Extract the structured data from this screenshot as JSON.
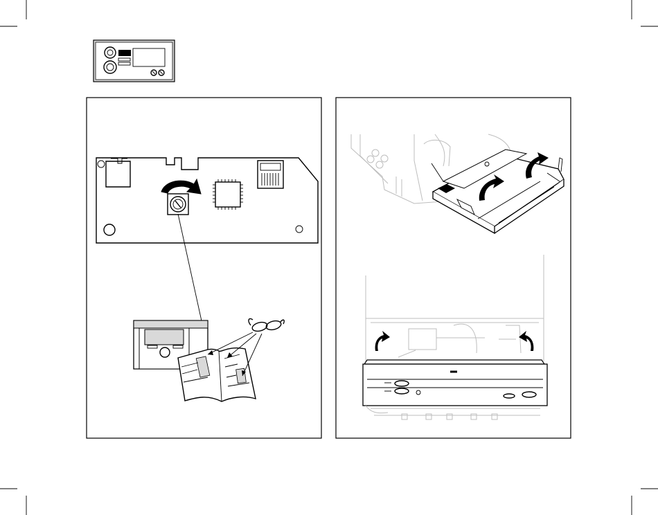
{
  "document": {
    "type": "installation-instruction-page",
    "panels": [
      {
        "id": "left",
        "content": "control-board-rotary-switch-and-manual"
      },
      {
        "id": "right",
        "content": "control-box-mounting"
      }
    ]
  },
  "icons": {
    "crop_marks": "crop-mark-icon",
    "controller": "controller-panel-icon",
    "rotation": "rotate-arrow-icon",
    "glasses": "glasses-icon"
  },
  "colors": {
    "line": "#000000",
    "background": "#ffffff",
    "ghost": "#bdbdbd",
    "shade": "#d9d9d9"
  }
}
